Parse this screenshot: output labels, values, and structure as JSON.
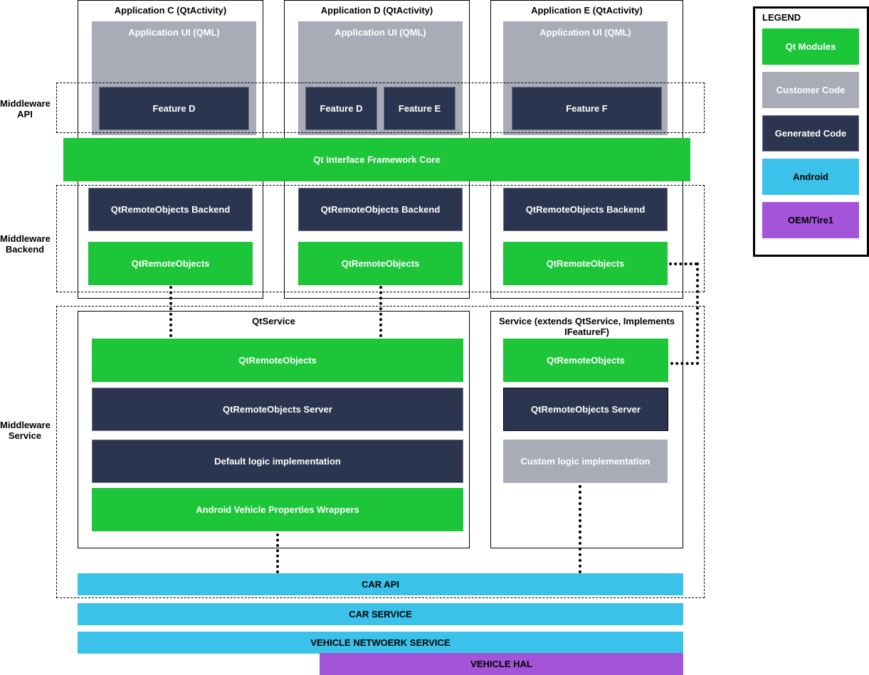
{
  "applications": [
    {
      "title": "Application C (QtActivity)",
      "ui": "Application UI (QML)",
      "features": [
        "Feature D"
      ],
      "backend": "QtRemoteObjects Backend",
      "remote": "QtRemoteObjects"
    },
    {
      "title": "Application D (QtActivity)",
      "ui": "Application UI (QML)",
      "features": [
        "Feature D",
        "Feature E"
      ],
      "backend": "QtRemoteObjects Backend",
      "remote": "QtRemoteObjects"
    },
    {
      "title": "Application E (QtActivity)",
      "ui": "Application UI (QML)",
      "features": [
        "Feature F"
      ],
      "backend": "QtRemoteObjects Backend",
      "remote": "QtRemoteObjects"
    }
  ],
  "layers": {
    "api": "Middleware API",
    "backend": "Middleware Backend",
    "service": "Middleware Service"
  },
  "core": "Qt Interface Framework Core",
  "qtservice": {
    "title": "QtService",
    "remote": "QtRemoteObjects",
    "server": "QtRemoteObjects Server",
    "logic": "Default logic implementation",
    "wrappers": "Android Vehicle Properties Wrappers"
  },
  "customservice": {
    "title": "Service (extends QtService, Implements IFeatureF)",
    "remote": "QtRemoteObjects",
    "server": "QtRemoteObjects Server",
    "logic": "Custom logic implementation"
  },
  "platform": {
    "car_api": "CAR API",
    "car_service": "CAR SERVICE",
    "vehicle_network": "VEHICLE NETWOERK SERVICE",
    "vehicle_hal": "VEHICLE HAL"
  },
  "legend": {
    "title": "LEGEND",
    "items": [
      {
        "label": "Qt Modules",
        "color": "#1dc539"
      },
      {
        "label": "Customer Code",
        "color": "#a9acb7"
      },
      {
        "label": "Generated Code",
        "color": "#2c354f"
      },
      {
        "label": "Android",
        "color": "#3bc2ea"
      },
      {
        "label": "OEM/Tire1",
        "color": "#a454d8"
      }
    ]
  }
}
